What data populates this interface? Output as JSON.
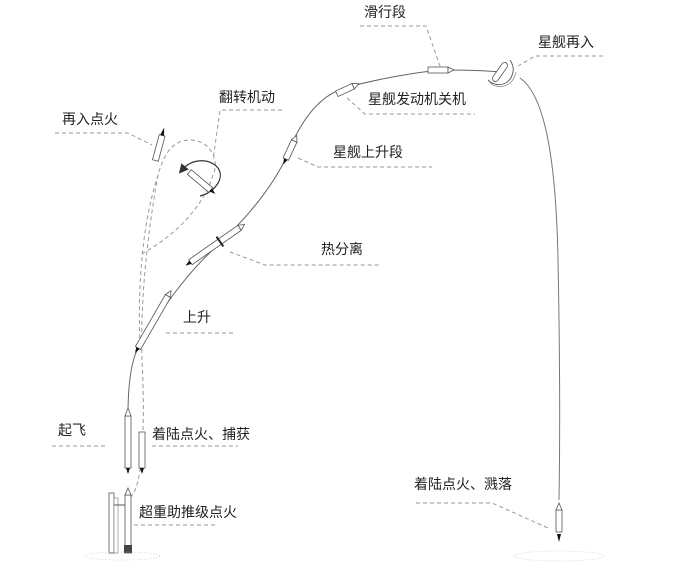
{
  "diagram": {
    "title": "Starship flight profile",
    "colors": {
      "line": "#555555",
      "dash": "#9a9a9a",
      "text": "#222222",
      "flame": "#111111"
    },
    "labels": {
      "liftoff": "起飞",
      "booster_ignition": "超重助推级点火",
      "ascent": "上升",
      "hot_staging": "热分离",
      "flip_maneuver": "翻转机动",
      "boostback_burn": "再入点火",
      "booster_landing_catch": "着陆点火、捕获",
      "ship_ascent": "星舰上升段",
      "ship_engine_cutoff": "星舰发动机关机",
      "coast": "滑行段",
      "ship_reentry": "星舰再入",
      "ship_landing_splashdown": "着陆点火、溅落"
    }
  }
}
